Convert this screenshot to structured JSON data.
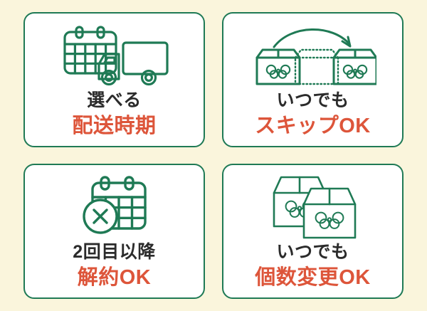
{
  "theme": {
    "background_color": "#faf5dc",
    "card_background": "#ffffff",
    "card_border_color": "#1f7a55",
    "icon_color": "#1f7a55",
    "primary_text_color": "#2b2b2b",
    "accent_text_color": "#dd553a"
  },
  "cards": [
    {
      "id": "delivery-schedule",
      "icon_name": "calendar-truck-icon",
      "line_primary": "選べる",
      "line_accent": "配送時期"
    },
    {
      "id": "skip-delivery",
      "icon_name": "boxes-skip-arrow-icon",
      "line_primary": "いつでも",
      "line_accent": "スキップOK"
    },
    {
      "id": "cancel-subscription",
      "icon_name": "calendar-cancel-icon",
      "line_primary": "2回目以降",
      "line_accent": "解約OK"
    },
    {
      "id": "change-quantity",
      "icon_name": "two-boxes-icon",
      "line_primary": "いつでも",
      "line_accent": "個数変更OK"
    }
  ]
}
